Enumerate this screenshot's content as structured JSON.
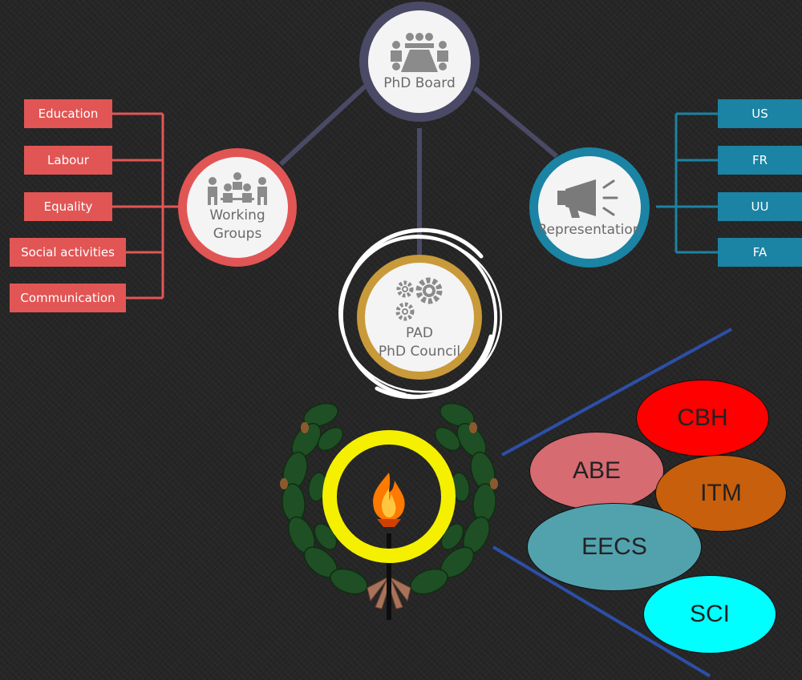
{
  "nodes": {
    "board": {
      "label": "PhD Board",
      "icon": "meeting-table-icon"
    },
    "working_groups": {
      "label_line1": "Working",
      "label_line2": "Groups",
      "icon": "group-discussion-icon"
    },
    "representation": {
      "label": "Representation",
      "icon": "megaphone-icon"
    },
    "pad": {
      "label_line1": "PAD",
      "label_line2": "PhD Council",
      "icon": "gears-icon"
    }
  },
  "working_groups_items": [
    "Education",
    "Labour",
    "Equality",
    "Social activities",
    "Communication"
  ],
  "representation_items": [
    "US",
    "FR",
    "UU",
    "FA"
  ],
  "schools": [
    "CBH",
    "ABE",
    "ITM",
    "EECS",
    "SCI"
  ],
  "colors": {
    "board": "#4a4a66",
    "working_groups": "#e25555",
    "representation": "#1b83a3",
    "pad": "#c99a3a",
    "cbh": "#ff0000",
    "abe": "#d66b72",
    "itm": "#c85f0c",
    "eecs": "#52a2ae",
    "sci": "#00ffff"
  },
  "emblem": "laurel-torch-emblem-icon"
}
